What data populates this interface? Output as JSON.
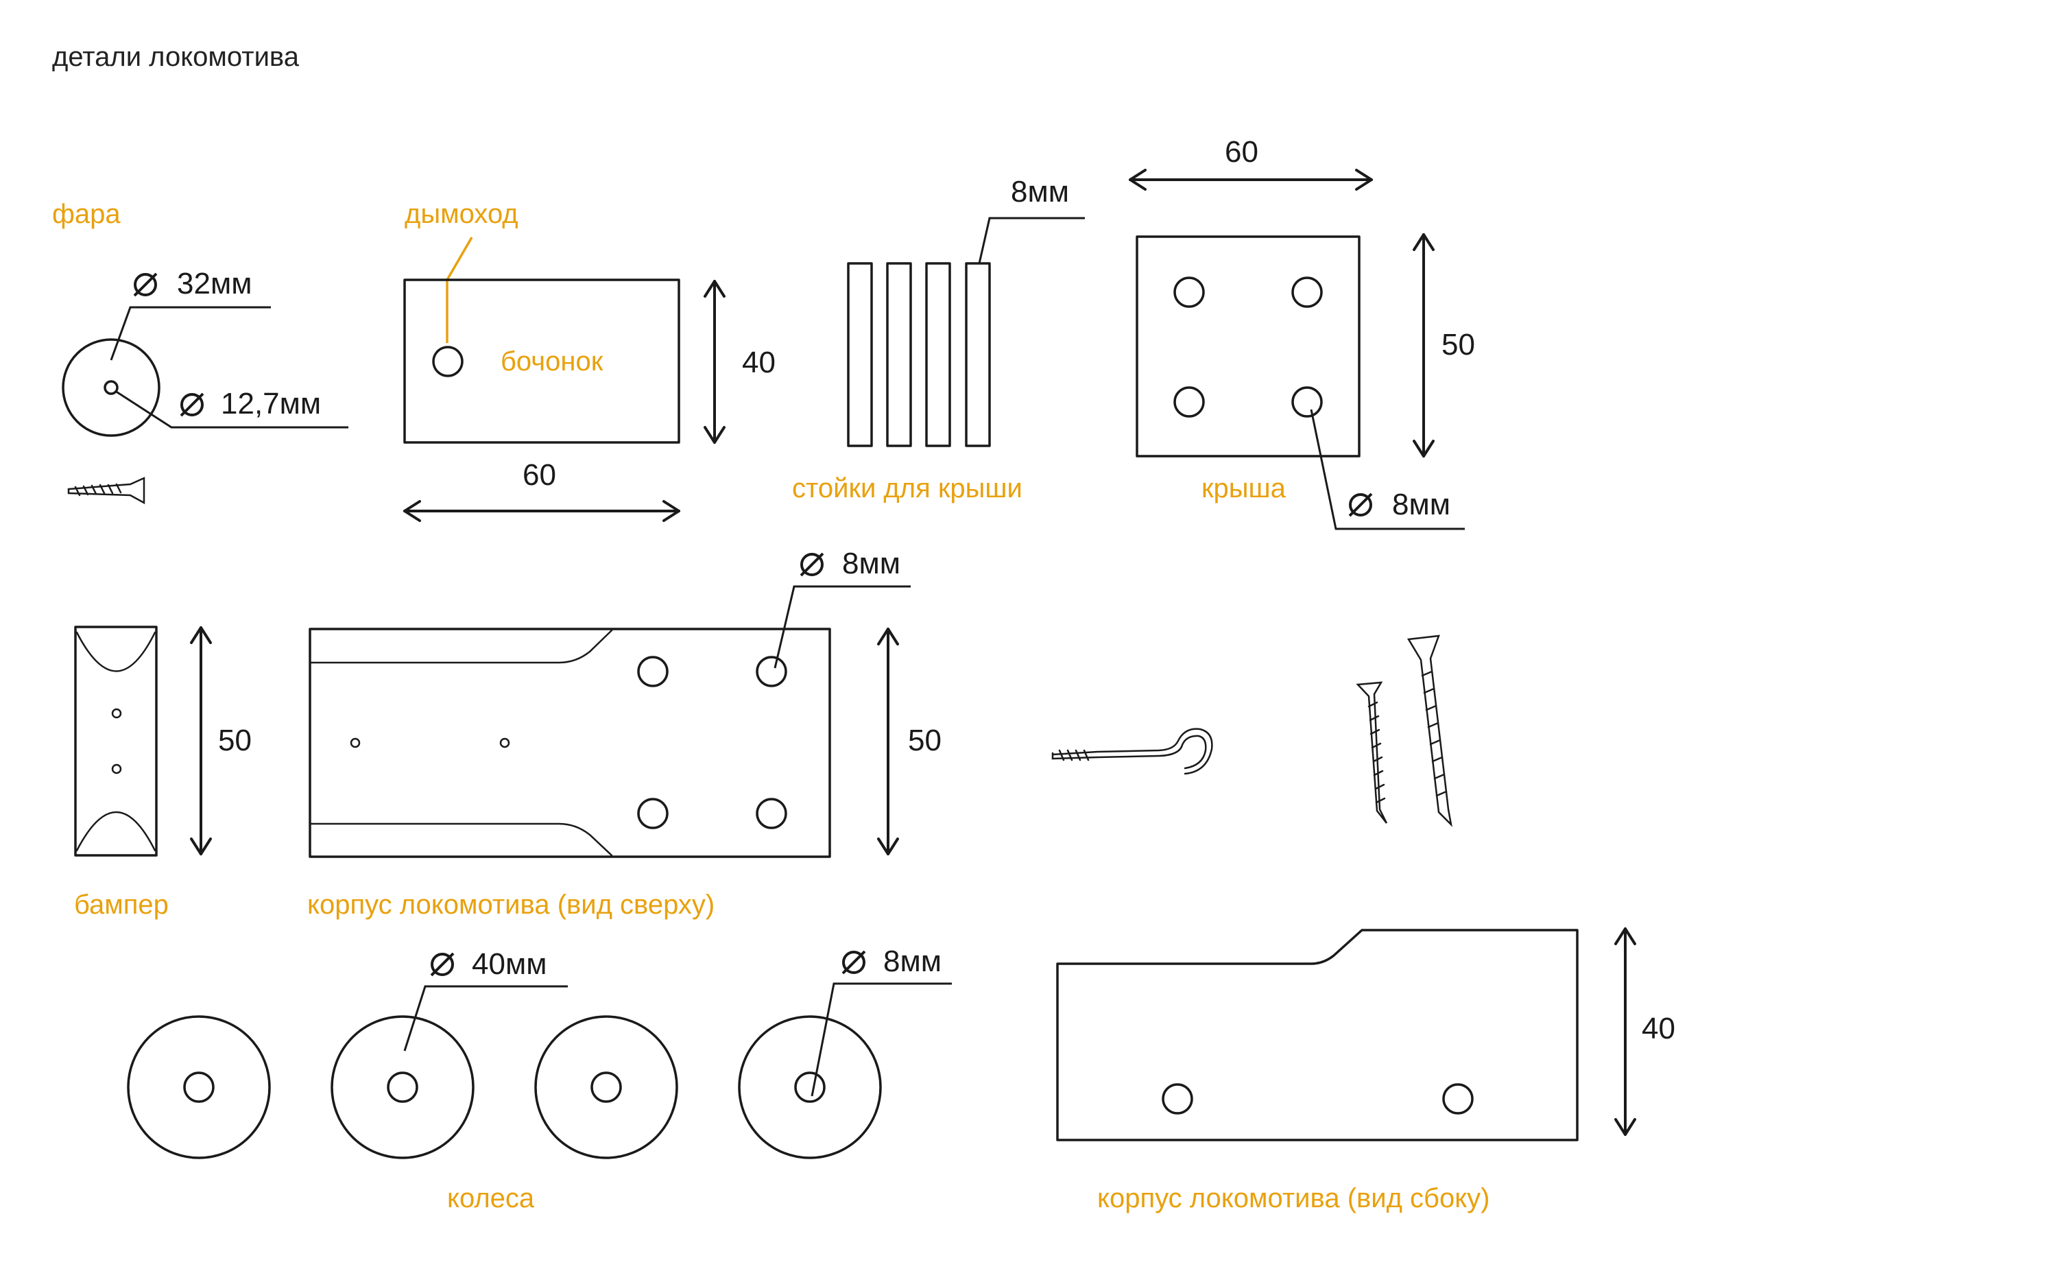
{
  "title": "детали локомотива",
  "colors": {
    "label": "#e8a10e",
    "line": "#1a1a1a"
  },
  "parts": {
    "headlight": {
      "label": "фара",
      "outer_diameter": "32мм",
      "inner_diameter": "12,7мм"
    },
    "chimney": {
      "label": "дымоход",
      "barrel_label": "бочонок",
      "height": "40",
      "width": "60"
    },
    "roof_posts": {
      "label": "стойки для крыши",
      "thickness": "8мм"
    },
    "roof": {
      "label": "крыша",
      "width": "60",
      "height": "50",
      "hole_diameter": "8мм"
    },
    "bumper": {
      "label": "бампер",
      "height": "50"
    },
    "body_top": {
      "label": "корпус локомотива (вид сверху)",
      "height": "50",
      "hole_diameter": "8мм"
    },
    "wheels": {
      "label": "колеса",
      "outer_diameter": "40мм",
      "hole_diameter": "8мм"
    },
    "body_side": {
      "label": "корпус локомотива (вид сбоку)",
      "height": "40"
    }
  },
  "diameter_symbol": "⌀"
}
